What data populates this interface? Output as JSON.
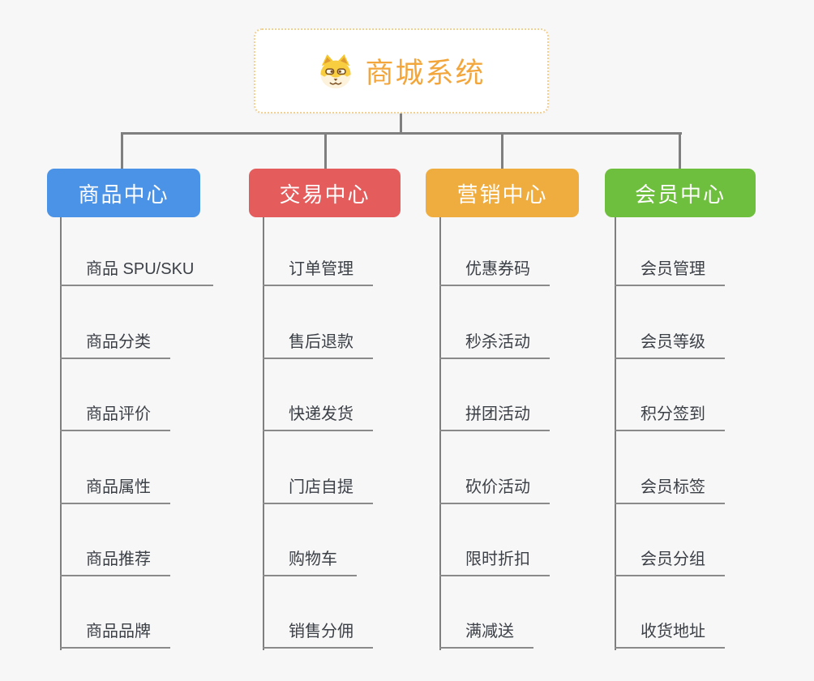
{
  "root": {
    "title": "商城系统",
    "icon": "dog-face-icon"
  },
  "colors": {
    "background": "#f7f7f7",
    "connector_gray": "#7f7f7f",
    "underline_gray": "#8a8a8a",
    "root_border": "#f3cf90",
    "root_title": "#f2a63b",
    "leaf_text": "#3b3f46",
    "branch_product": "#4b93e6",
    "branch_trade": "#e45c5c",
    "branch_marketing": "#efad40",
    "branch_member": "#6fbf3f"
  },
  "branches": [
    {
      "label": "商品中心",
      "color": "#4b93e6",
      "items": [
        "商品 SPU/SKU",
        "商品分类",
        "商品评价",
        "商品属性",
        "商品推荐",
        "商品品牌"
      ]
    },
    {
      "label": "交易中心",
      "color": "#e45c5c",
      "items": [
        "订单管理",
        "售后退款",
        "快递发货",
        "门店自提",
        "购物车",
        "销售分佣"
      ]
    },
    {
      "label": "营销中心",
      "color": "#efad40",
      "items": [
        "优惠券码",
        "秒杀活动",
        "拼团活动",
        "砍价活动",
        "限时折扣",
        "满减送"
      ]
    },
    {
      "label": "会员中心",
      "color": "#6fbf3f",
      "items": [
        "会员管理",
        "会员等级",
        "积分签到",
        "会员标签",
        "会员分组",
        "收货地址"
      ]
    }
  ]
}
